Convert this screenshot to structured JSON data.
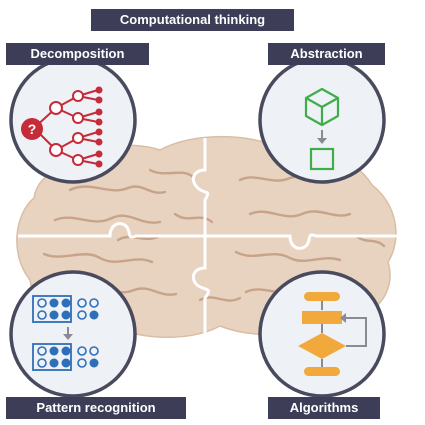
{
  "title": "Computational thinking",
  "quadrants": [
    {
      "label": "Decomposition",
      "icon": "tree-question-icon"
    },
    {
      "label": "Abstraction",
      "icon": "cube-to-square-icon"
    },
    {
      "label": "Pattern recognition",
      "icon": "pattern-grid-icon"
    },
    {
      "label": "Algorithms",
      "icon": "flowchart-icon"
    }
  ],
  "colors": {
    "label_bg": "#3d3d58",
    "brain": "#e8d3c0",
    "brain_line": "#c7a489",
    "circle_fill": "#eef1f5",
    "circle_stroke": "#4a4a5e",
    "decomposition": "#c62b3a",
    "abstraction": "#3fae49",
    "pattern": "#2f6fba",
    "algorithms": "#f2a93b"
  },
  "decomposition_icon": {
    "root_symbol": "?"
  }
}
